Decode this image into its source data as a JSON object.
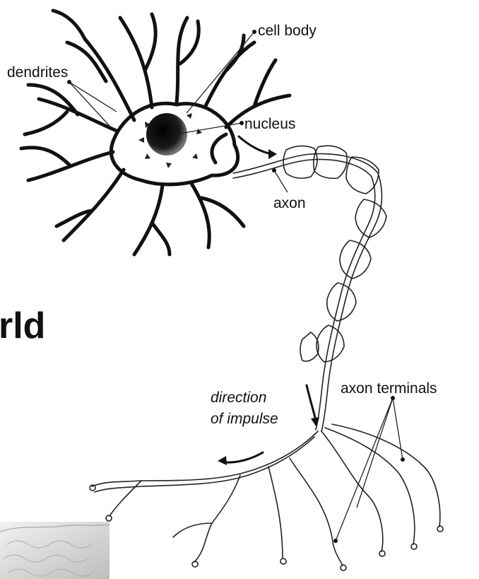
{
  "labels": {
    "cell_body": "cell body",
    "dendrites": "dendrites",
    "nucleus": "nucleus",
    "axon": "axon",
    "axon_terminals": "axon terminals",
    "direction_line1": "direction",
    "direction_line2": "of impulse"
  },
  "fragment_text": "rld"
}
